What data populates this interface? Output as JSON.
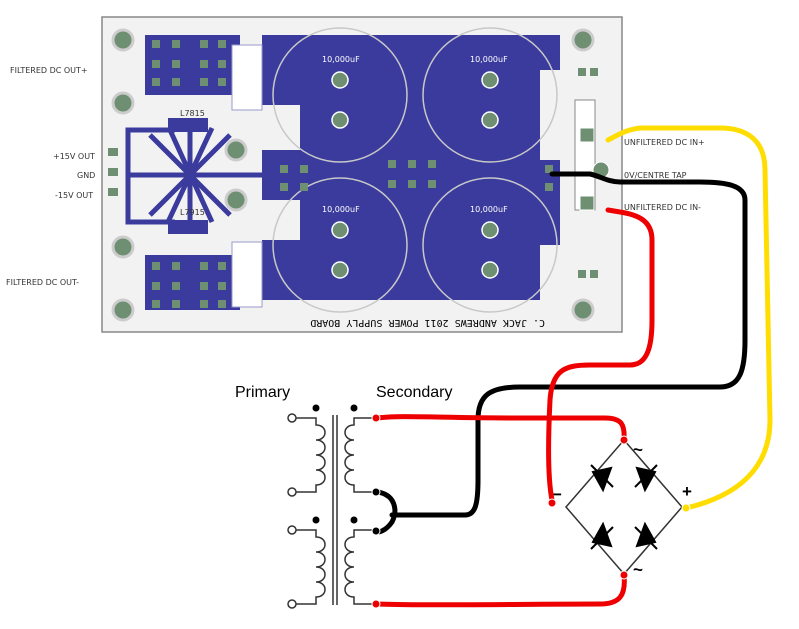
{
  "board": {
    "labels": {
      "filtered_dc_out_pos": "FILTERED DC OUT+",
      "out_pos_15v": "+15V OUT",
      "gnd": "GND",
      "out_neg_15v": "-15V OUT",
      "filtered_dc_out_neg": "FILTERED DC OUT-",
      "unfiltered_dc_in_pos": "UNFILTERED DC IN+",
      "centre_tap": "0V/CENTRE TAP",
      "unfiltered_dc_in_neg": "UNFILTERED DC IN-"
    },
    "capacitor_value": "10,000uF",
    "regulator_top": "L7815",
    "regulator_bottom": "L7915",
    "footer": "C. JACK ANDREWS 2011  POWER SUPPLY BOARD",
    "colors": {
      "board": "#f2f2f2",
      "copper": "#3b3b9e",
      "pad": "#6f8f73",
      "silk": "#ffffff"
    }
  },
  "transformer": {
    "primary_label": "Primary",
    "secondary_label": "Secondary"
  },
  "rectifier": {
    "plus_sign": "+",
    "minus_sign": "−",
    "ac_sign": "~"
  },
  "wires": {
    "colors": {
      "red": "#ee0000",
      "black": "#000000",
      "yellow": "#ffdd00"
    }
  }
}
